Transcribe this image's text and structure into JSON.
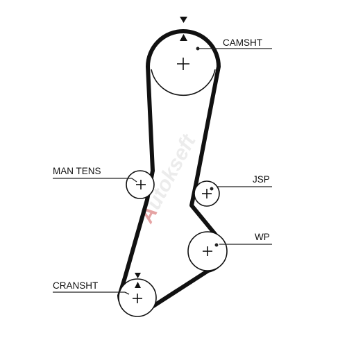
{
  "diagram": {
    "labels": {
      "camshaft": "CAMSHT",
      "manual_tensioner": "MAN TENS",
      "jsp": "JSP",
      "water_pump": "WP",
      "crankshaft": "CRANSHT"
    },
    "watermark": "Autokseft",
    "colors": {
      "belt": "#111111",
      "lines": "#222222",
      "watermark_primary": "#d93a3a",
      "watermark_secondary": "#e8e8e8"
    }
  }
}
